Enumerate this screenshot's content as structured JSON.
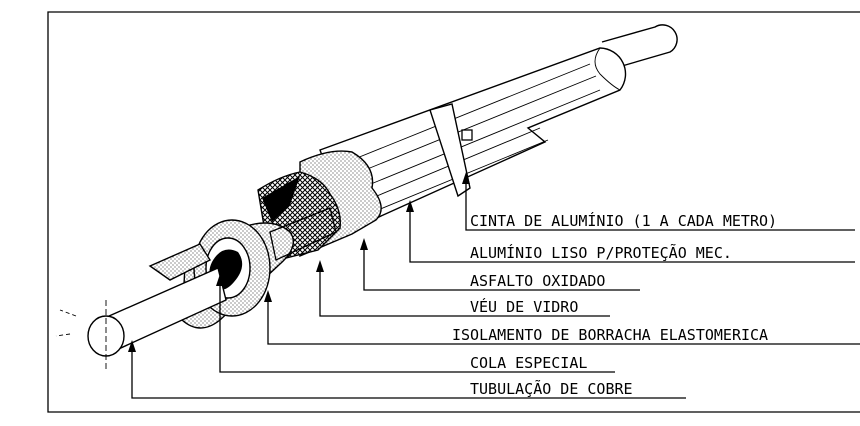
{
  "diagram": {
    "labels": [
      {
        "id": "cinta",
        "text": "CINTA DE ALUMÍNIO (1 A CADA METRO)"
      },
      {
        "id": "aluminio",
        "text": "ALUMÍNIO LISO P/PROTEÇÃO MEC."
      },
      {
        "id": "asfalto",
        "text": "ASFALTO OXIDADO"
      },
      {
        "id": "veu",
        "text": "VÉU DE VIDRO"
      },
      {
        "id": "isolamento",
        "text": "ISOLAMENTO DE BORRACHA ELASTOMERICA"
      },
      {
        "id": "cola",
        "text": "COLA ESPECIAL"
      },
      {
        "id": "tubulacao",
        "text": "TUBULAÇÃO DE COBRE"
      }
    ]
  }
}
